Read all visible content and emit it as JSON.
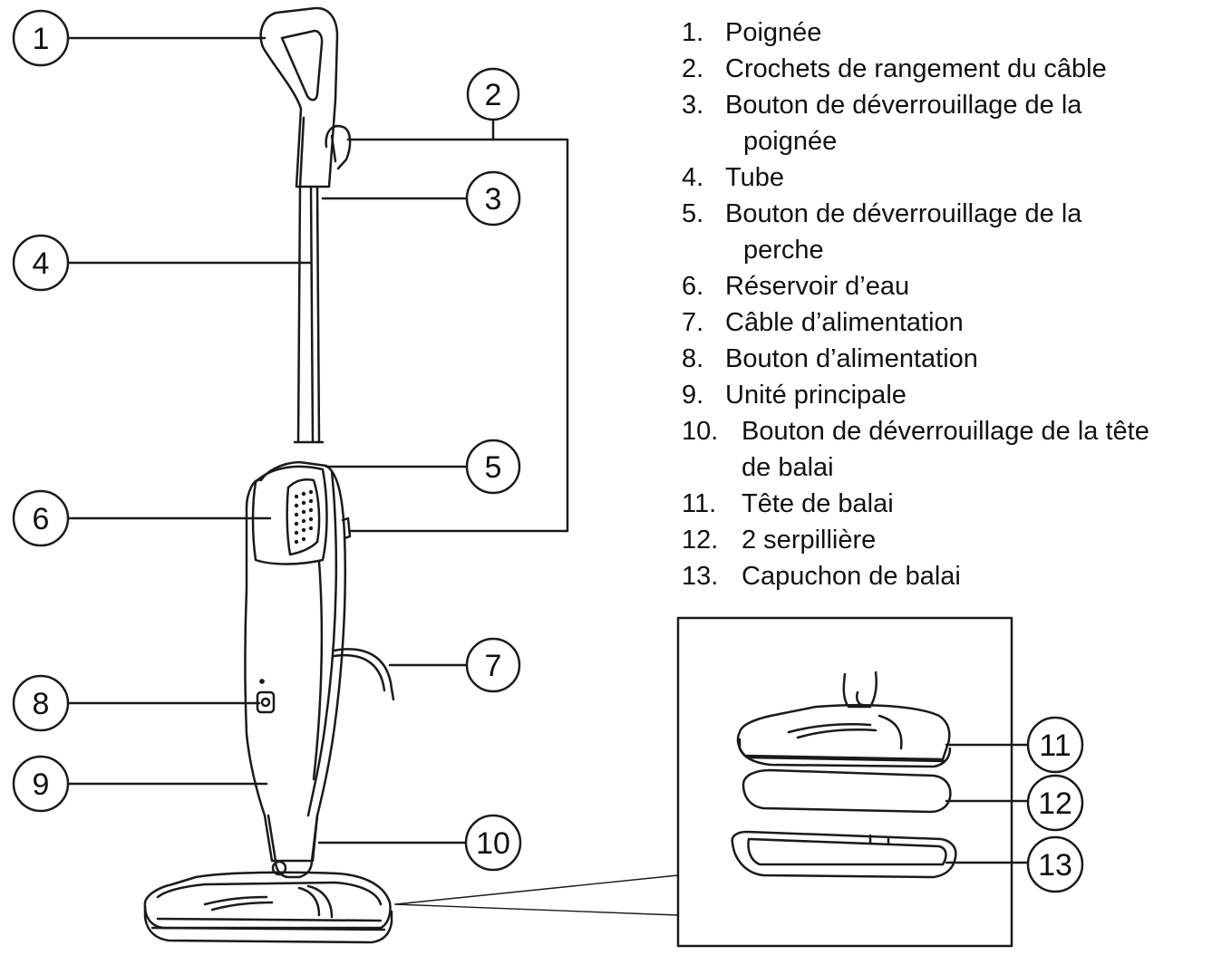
{
  "callouts": [
    "1",
    "2",
    "3",
    "4",
    "5",
    "6",
    "7",
    "8",
    "9",
    "10",
    "11",
    "12",
    "13"
  ],
  "parts": [
    {
      "num": "1.",
      "text": "Poignée",
      "cont": ""
    },
    {
      "num": "2.",
      "text": "Crochets de rangement du câble",
      "cont": ""
    },
    {
      "num": "3.",
      "text": "Bouton de déverrouillage de la",
      "cont": "poignée"
    },
    {
      "num": "4.",
      "text": "Tube",
      "cont": ""
    },
    {
      "num": "5.",
      "text": "Bouton de déverrouillage de la",
      "cont": "perche"
    },
    {
      "num": "6.",
      "text": "Réservoir d’eau",
      "cont": ""
    },
    {
      "num": "7.",
      "text": "Câble d’alimentation",
      "cont": ""
    },
    {
      "num": "8.",
      "text": "Bouton d’alimentation",
      "cont": ""
    },
    {
      "num": "9.",
      "text": "Unité principale",
      "cont": ""
    },
    {
      "num": "10.",
      "text": "Bouton de déverrouillage de la tête",
      "cont": "de balai"
    },
    {
      "num": "11.",
      "text": "Tête de balai",
      "cont": ""
    },
    {
      "num": "12.",
      "text": "2 serpillière",
      "cont": ""
    },
    {
      "num": "13.",
      "text": "Capuchon de balai",
      "cont": ""
    }
  ]
}
